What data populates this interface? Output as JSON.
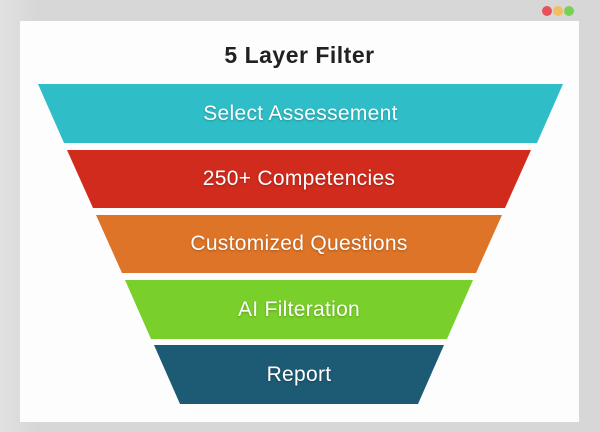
{
  "window": {
    "controls": [
      {
        "name": "close",
        "color": "#e8505b"
      },
      {
        "name": "minimize",
        "color": "#f2bd63"
      },
      {
        "name": "maximize",
        "color": "#77d152"
      }
    ]
  },
  "title": "5 Layer Filter",
  "funnel": {
    "type": "funnel",
    "layers": [
      {
        "label": "Select Assessement",
        "color": "#2fbec7"
      },
      {
        "label": "250+ Competencies",
        "color": "#d02b1d"
      },
      {
        "label": "Customized Questions",
        "color": "#dd7427"
      },
      {
        "label": "AI Filteration",
        "color": "#7ad02a"
      },
      {
        "label": "Report",
        "color": "#1d5b74"
      }
    ]
  },
  "colors": {
    "background": "#d8d7d7",
    "card": "#fdfdfe",
    "title_text": "#212121",
    "layer_text": "#ffffff"
  }
}
